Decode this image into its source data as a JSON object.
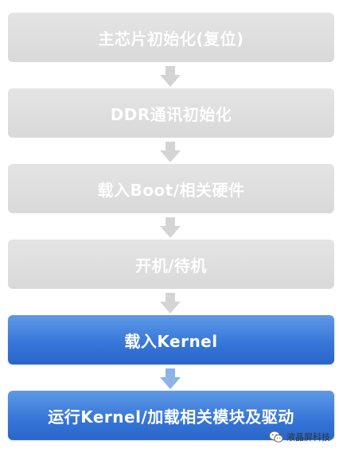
{
  "steps": [
    {
      "label": "主芯片初始化(复位)",
      "style": "gray"
    },
    {
      "label": "DDR通讯初始化",
      "style": "gray"
    },
    {
      "label": "载入Boot/相关硬件",
      "style": "gray"
    },
    {
      "label": "开机/待机",
      "style": "gray"
    },
    {
      "label": "载入Kernel",
      "style": "blue"
    },
    {
      "label": "运行Kernel/加载相关模块及驱动",
      "style": "blue"
    }
  ],
  "colors": {
    "gray_box": "#d9d9d9",
    "gray_arrow": "#d4d4d4",
    "blue_box": "#3575d8",
    "blue_arrow": "#8db3e8",
    "text": "#ffffff"
  },
  "watermark": {
    "icon": "wechat-icon",
    "text": "液晶屏科技"
  }
}
